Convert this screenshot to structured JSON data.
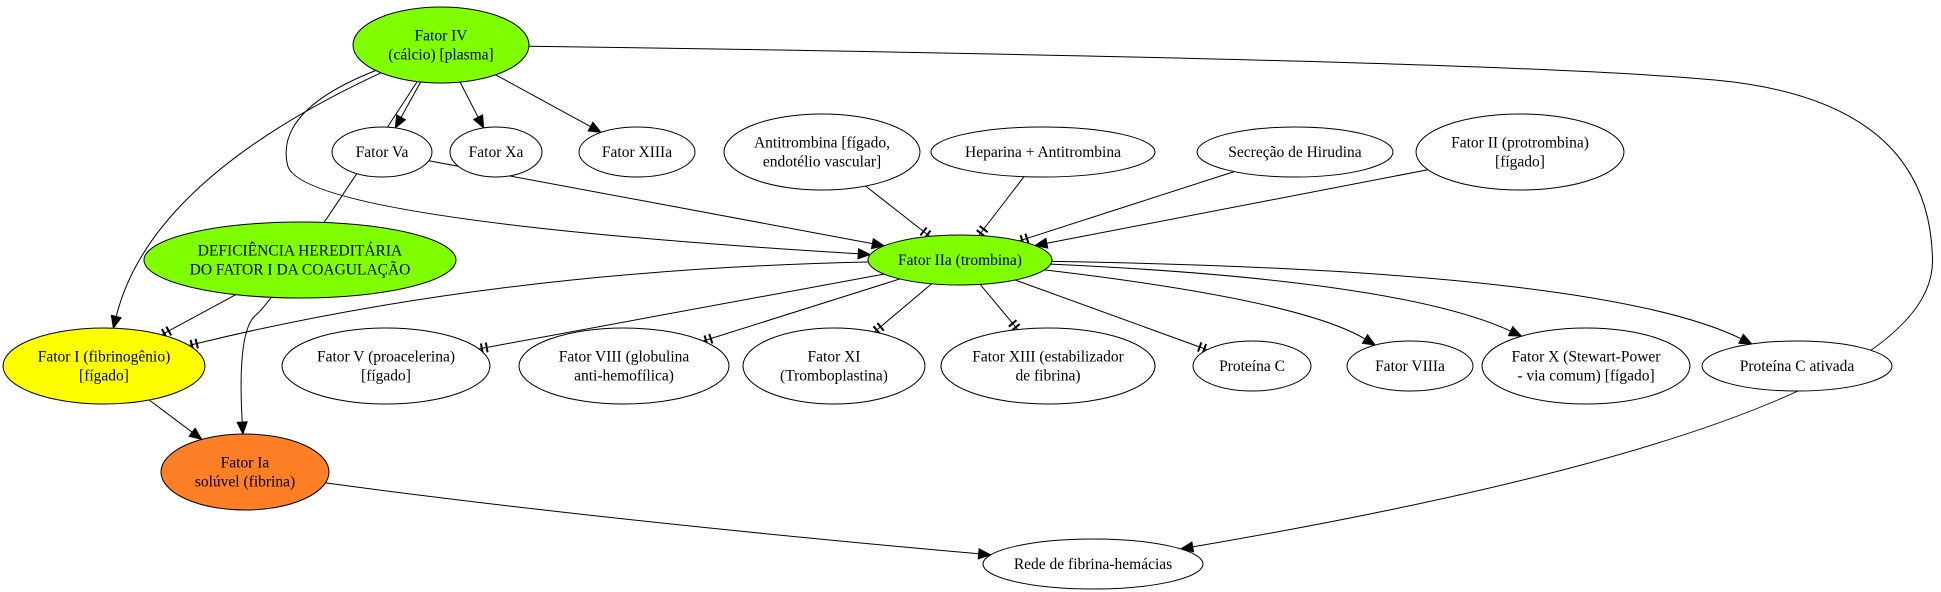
{
  "colors": {
    "green": "#7fff00",
    "yellow": "#ffff00",
    "orange": "#ff7f27",
    "white": "#ffffff"
  },
  "nodes": {
    "fator_iv": {
      "lines": [
        "Fator IV",
        "(cálcio) [plasma]"
      ],
      "color": "green"
    },
    "fator_va": {
      "lines": [
        "Fator Va"
      ],
      "color": "white"
    },
    "fator_xa": {
      "lines": [
        "Fator Xa"
      ],
      "color": "white"
    },
    "fator_xiiia": {
      "lines": [
        "Fator XIIIa"
      ],
      "color": "white"
    },
    "antitrombina": {
      "lines": [
        "Antitrombina [fígado,",
        "endotélio vascular]"
      ],
      "color": "white"
    },
    "heparina": {
      "lines": [
        "Heparina + Antitrombina"
      ],
      "color": "white"
    },
    "hirudina": {
      "lines": [
        "Secreção de Hirudina"
      ],
      "color": "white"
    },
    "fator_ii": {
      "lines": [
        "Fator II (protrombina)",
        "[fígado]"
      ],
      "color": "white"
    },
    "deficiencia": {
      "lines": [
        "DEFICIÊNCIA HEREDITÁRIA",
        "DO FATOR I DA COAGULAÇÃO"
      ],
      "color": "green"
    },
    "fator_iia": {
      "lines": [
        "Fator IIa (trombina)"
      ],
      "color": "green"
    },
    "fator_i": {
      "lines": [
        "Fator I (fibrinogênio)",
        "[fígado]"
      ],
      "color": "yellow"
    },
    "fator_v": {
      "lines": [
        "Fator V (proacelerina)",
        "[fígado]"
      ],
      "color": "white"
    },
    "fator_viii": {
      "lines": [
        "Fator VIII (globulina",
        "anti-hemofílica)"
      ],
      "color": "white"
    },
    "fator_xi": {
      "lines": [
        "Fator XI",
        "(Tromboplastina)"
      ],
      "color": "white"
    },
    "fator_xiii": {
      "lines": [
        "Fator XIII (estabilizador",
        "de fibrina)"
      ],
      "color": "white"
    },
    "proteina_c": {
      "lines": [
        "Proteína C"
      ],
      "color": "white"
    },
    "fator_viiia": {
      "lines": [
        "Fator VIIIa"
      ],
      "color": "white"
    },
    "fator_x": {
      "lines": [
        "Fator X (Stewart-Power",
        "- via comum) [fígado]"
      ],
      "color": "white"
    },
    "proteina_c_ativada": {
      "lines": [
        "Proteína C ativada"
      ],
      "color": "white"
    },
    "fator_ia": {
      "lines": [
        "Fator Ia",
        "solúvel (fibrina)"
      ],
      "color": "orange"
    },
    "rede": {
      "lines": [
        "Rede de fibrina-hemácias"
      ],
      "color": "white"
    }
  },
  "edges": [
    {
      "from": "fator_iv",
      "to": "fator_va",
      "head": "arrow"
    },
    {
      "from": "fator_iv",
      "to": "fator_xa",
      "head": "arrow"
    },
    {
      "from": "fator_iv",
      "to": "fator_xiiia",
      "head": "arrow"
    },
    {
      "from": "fator_iv",
      "to": "fator_i",
      "head": "arrow"
    },
    {
      "from": "fator_iv",
      "to": "fator_ia",
      "head": "arrow"
    },
    {
      "from": "fator_iv",
      "to": "fator_iia",
      "head": "arrow"
    },
    {
      "from": "fator_iv",
      "to": "rede",
      "head": "arrow"
    },
    {
      "from": "fator_va",
      "to": "fator_iia",
      "head": "arrow"
    },
    {
      "from": "antitrombina",
      "to": "fator_iia",
      "head": "tee"
    },
    {
      "from": "heparina",
      "to": "fator_iia",
      "head": "tee"
    },
    {
      "from": "hirudina",
      "to": "fator_iia",
      "head": "tee"
    },
    {
      "from": "fator_ii",
      "to": "fator_iia",
      "head": "arrow"
    },
    {
      "from": "deficiencia",
      "to": "fator_i",
      "head": "tee"
    },
    {
      "from": "fator_iia",
      "to": "fator_i",
      "head": "tee"
    },
    {
      "from": "fator_iia",
      "to": "fator_v",
      "head": "tee"
    },
    {
      "from": "fator_iia",
      "to": "fator_viii",
      "head": "tee"
    },
    {
      "from": "fator_iia",
      "to": "fator_xi",
      "head": "tee"
    },
    {
      "from": "fator_iia",
      "to": "fator_xiii",
      "head": "tee"
    },
    {
      "from": "fator_iia",
      "to": "proteina_c",
      "head": "tee"
    },
    {
      "from": "fator_iia",
      "to": "fator_viiia",
      "head": "arrow"
    },
    {
      "from": "fator_iia",
      "to": "fator_x",
      "head": "arrow"
    },
    {
      "from": "fator_iia",
      "to": "proteina_c_ativada",
      "head": "arrow"
    },
    {
      "from": "fator_i",
      "to": "fator_ia",
      "head": "arrow"
    },
    {
      "from": "fator_ia",
      "to": "rede",
      "head": "arrow"
    }
  ]
}
